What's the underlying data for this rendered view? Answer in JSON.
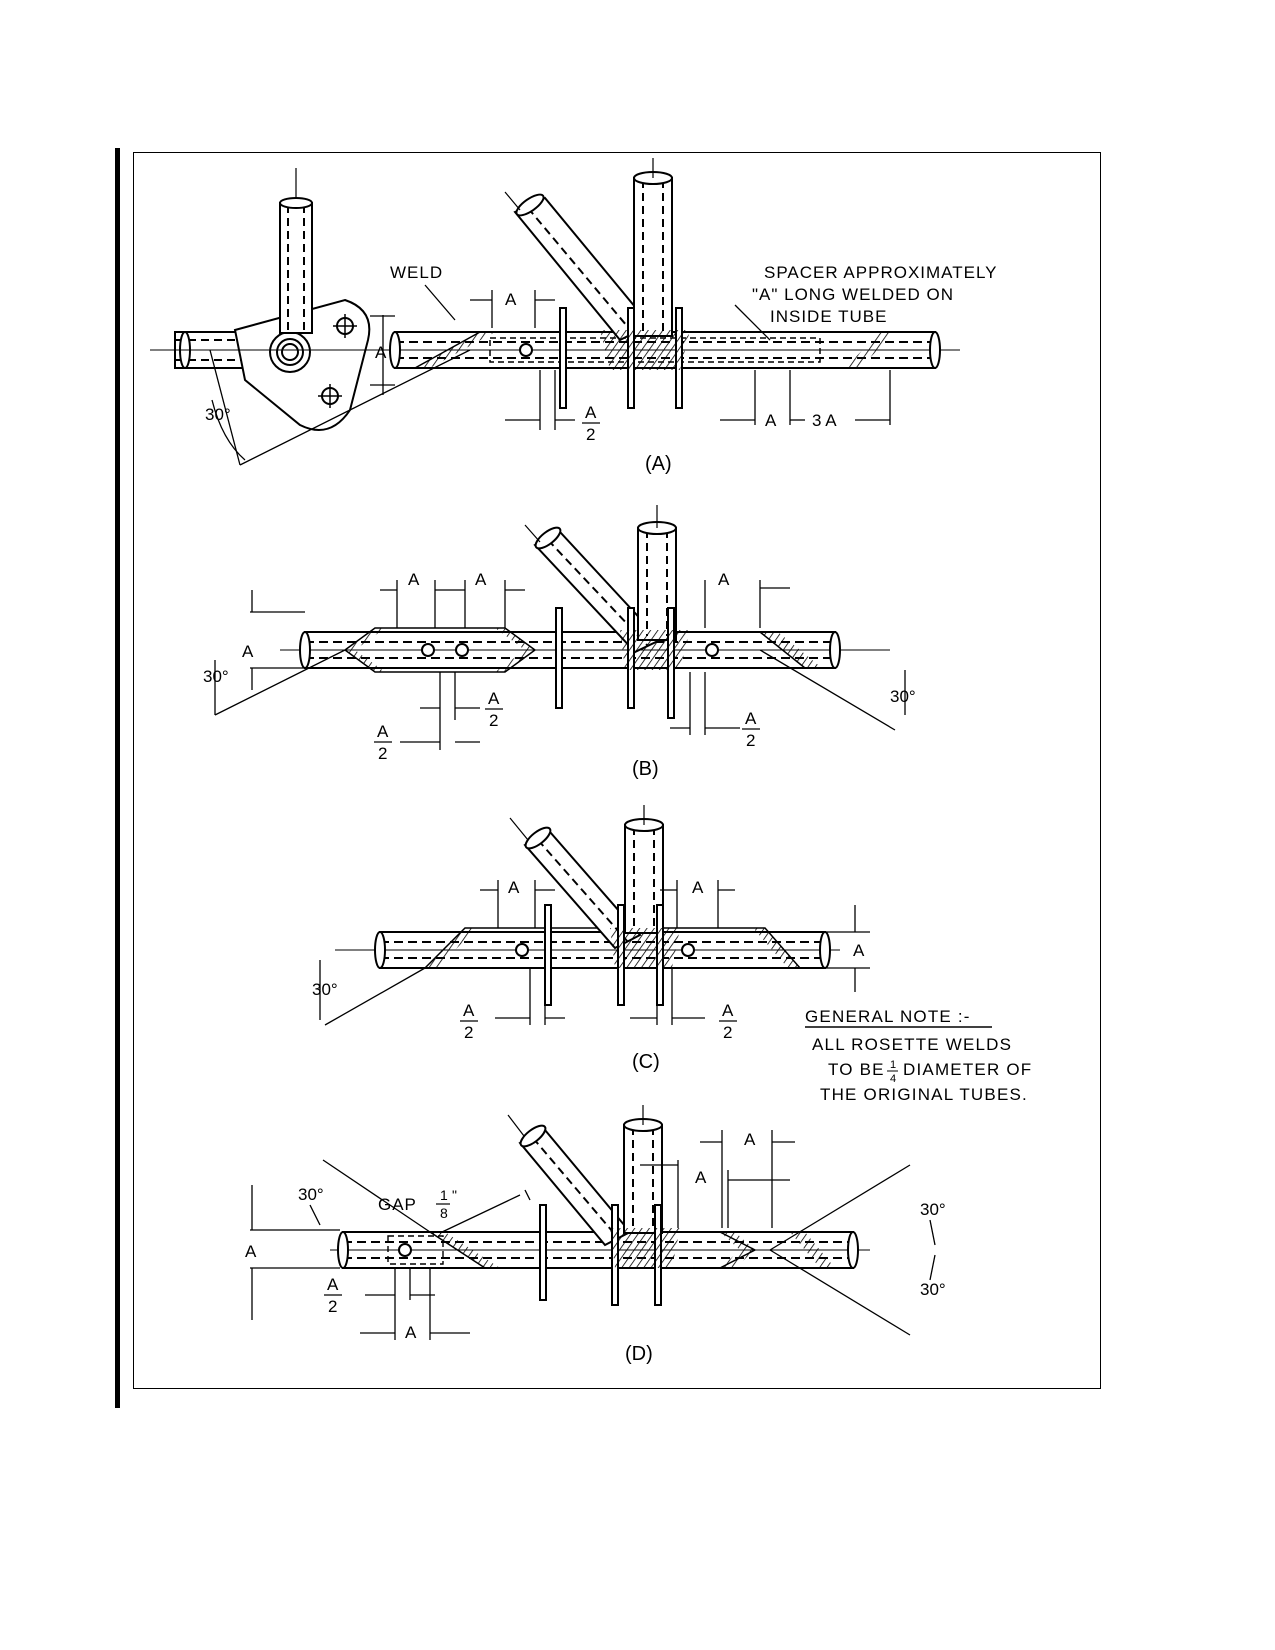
{
  "figure": {
    "panels": [
      {
        "id": "A",
        "caption": "(A)"
      },
      {
        "id": "B",
        "caption": "(B)"
      },
      {
        "id": "C",
        "caption": "(C)"
      },
      {
        "id": "D",
        "caption": "(D)"
      }
    ],
    "panel_a": {
      "weld_label": "WELD",
      "spacer_note": [
        "SPACER APPROXIMATELY",
        "\"A\" LONG WELDED ON",
        "INSIDE TUBE"
      ],
      "dim_a": "A",
      "dim_3a": "3 A",
      "half": {
        "num": "A",
        "den": "2"
      },
      "angle": "30°"
    },
    "panel_b": {
      "dim_a": "A",
      "half": {
        "num": "A",
        "den": "2"
      },
      "angle": "30°"
    },
    "panel_c": {
      "dim_a": "A",
      "half": {
        "num": "A",
        "den": "2"
      },
      "angle": "30°"
    },
    "panel_d": {
      "gap_label": "GAP",
      "gap_fraction": {
        "num": "1",
        "den": "8",
        "unit": "\""
      },
      "dim_a": "A",
      "half": {
        "num": "A",
        "den": "2"
      },
      "angle": "30°"
    },
    "general_note": {
      "title": "GENERAL NOTE :-",
      "line1": "ALL ROSETTE WELDS",
      "line2_pre": "TO BE",
      "fraction": {
        "num": "1",
        "den": "4"
      },
      "line2_post": "DIAMETER OF",
      "line3": "THE ORIGINAL TUBES."
    }
  }
}
